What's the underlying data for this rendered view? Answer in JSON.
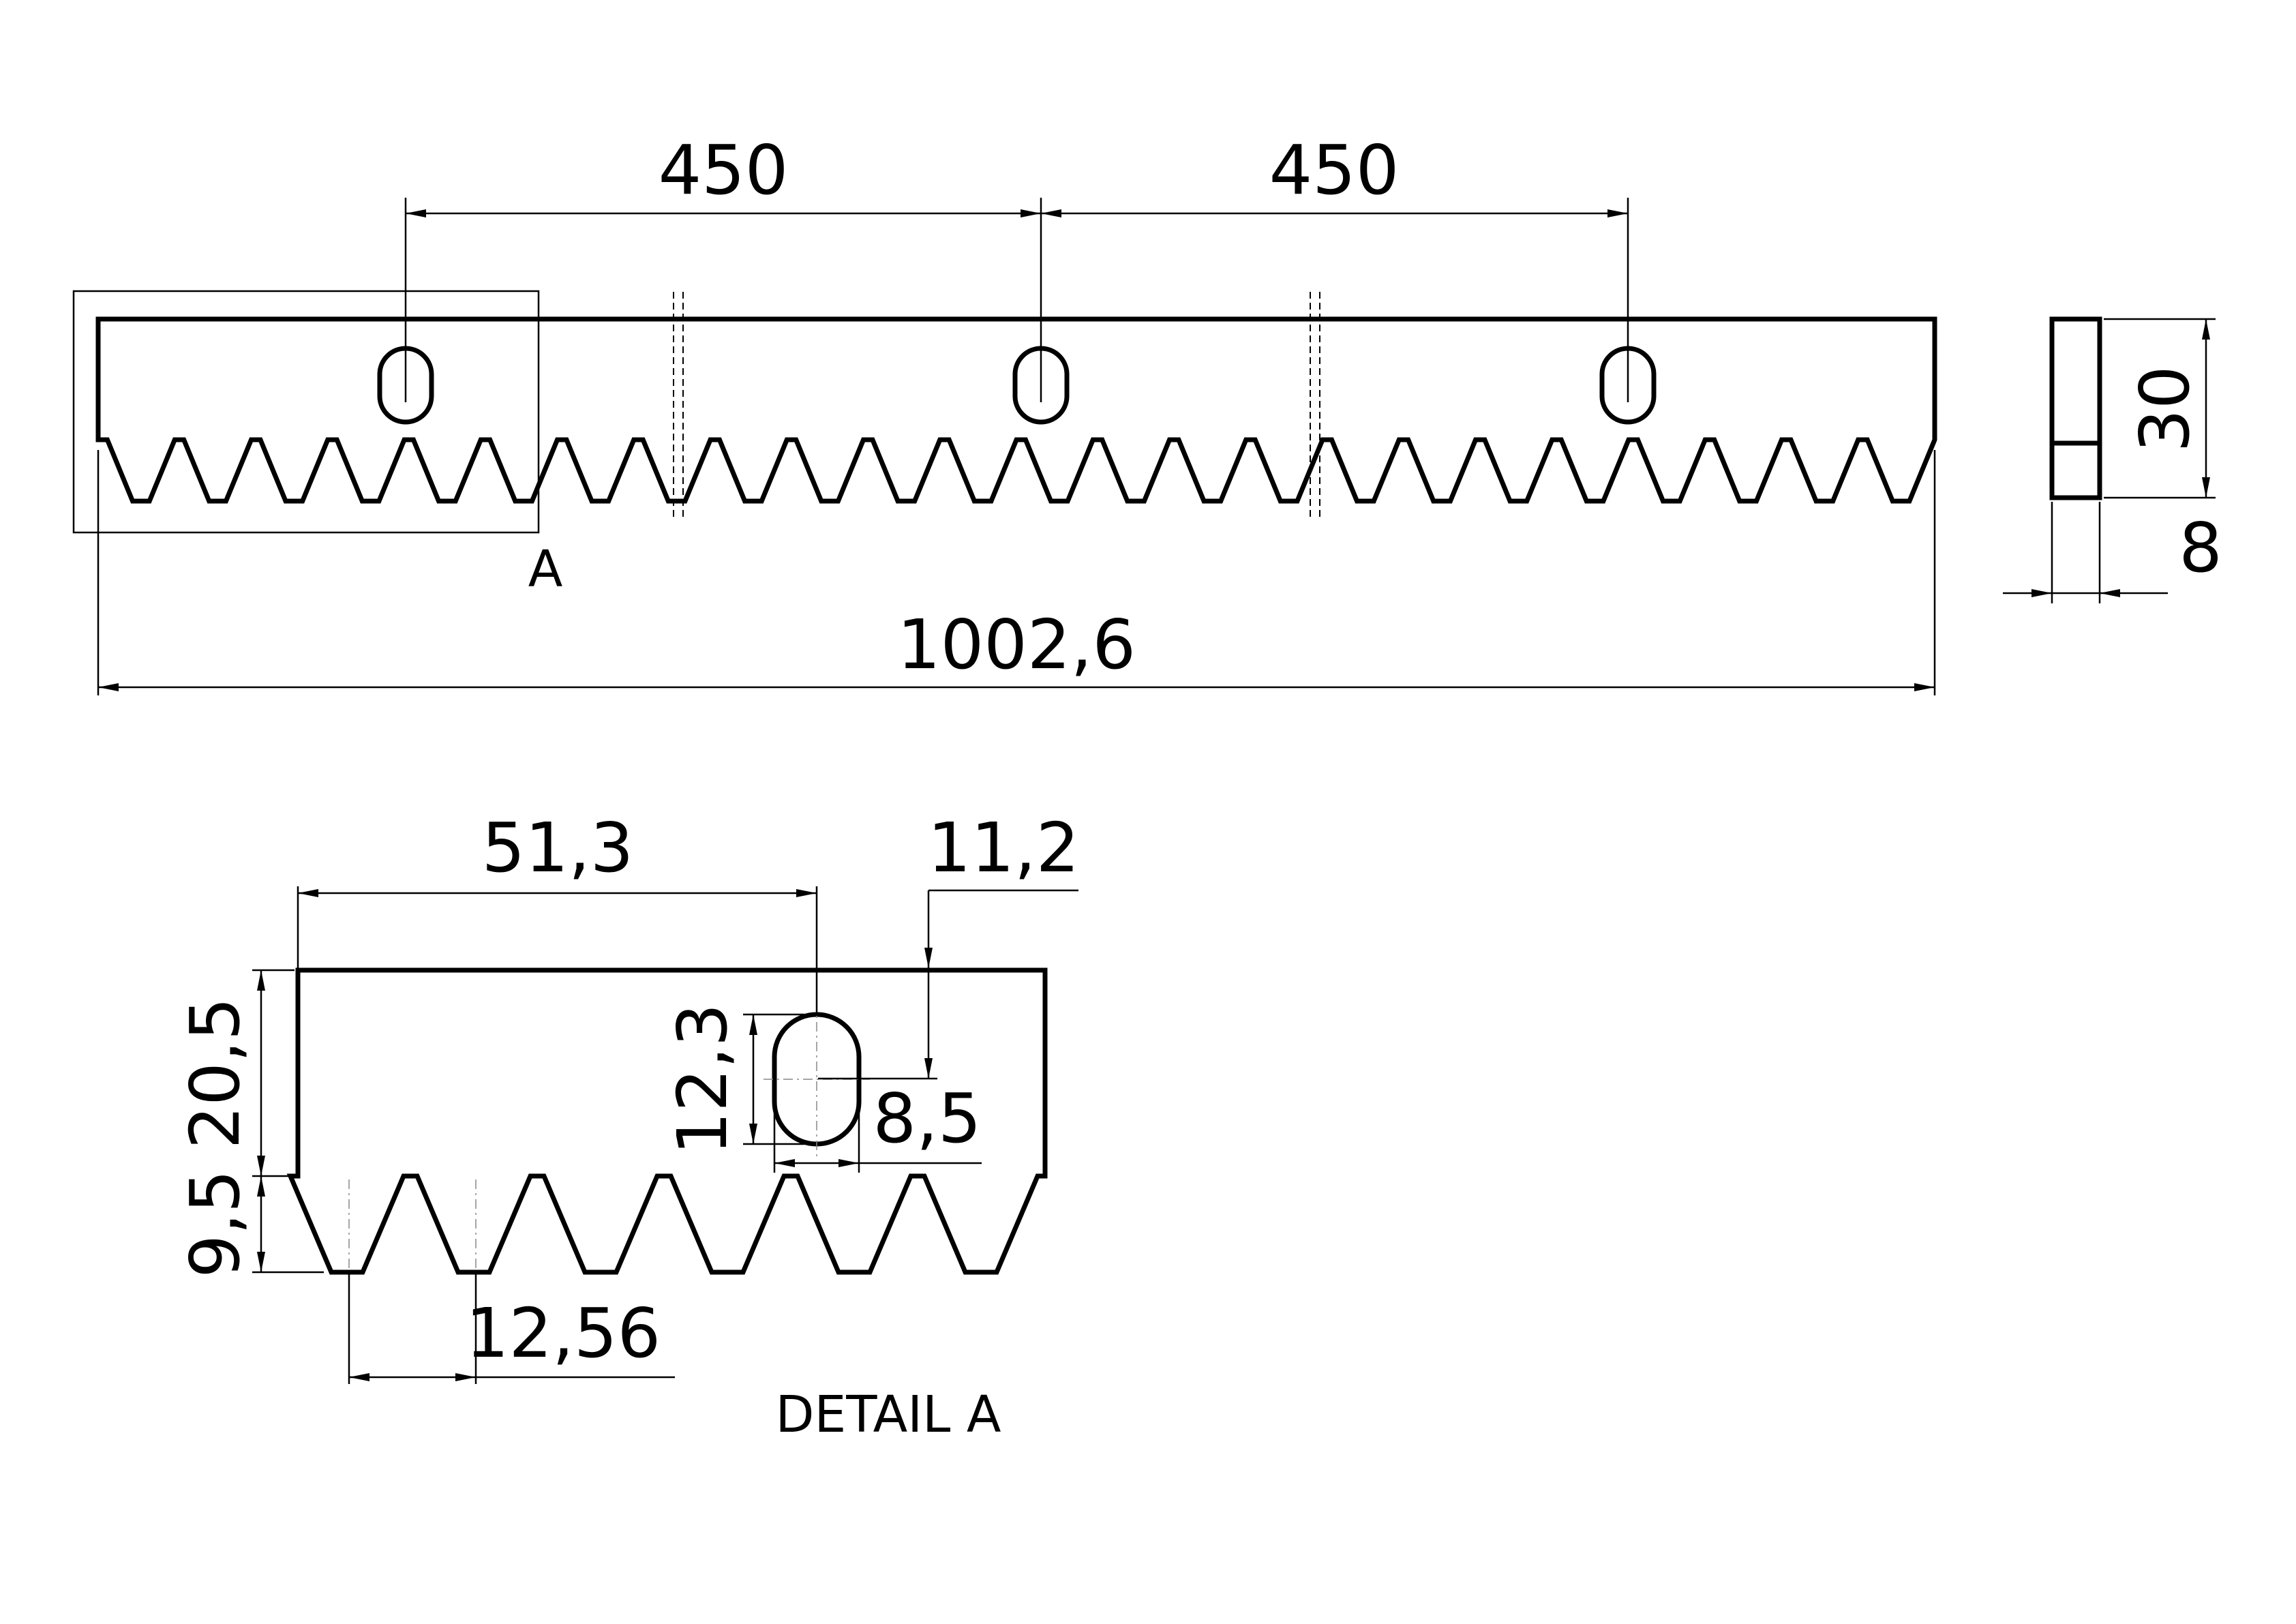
{
  "main_view": {
    "dimensions": {
      "hole_spacing_1": "450",
      "hole_spacing_2": "450",
      "overall_length": "1002,6",
      "height": "30",
      "thickness": "8"
    },
    "detail_callout": "A"
  },
  "detail_view": {
    "title": "DETAIL A",
    "dimensions": {
      "slot_position": "51,3",
      "slot_top_offset": "11,2",
      "slot_length": "12,3",
      "slot_width": "8,5",
      "body_height": "20,5",
      "tooth_height": "9,5",
      "tooth_pitch": "12,56"
    }
  }
}
